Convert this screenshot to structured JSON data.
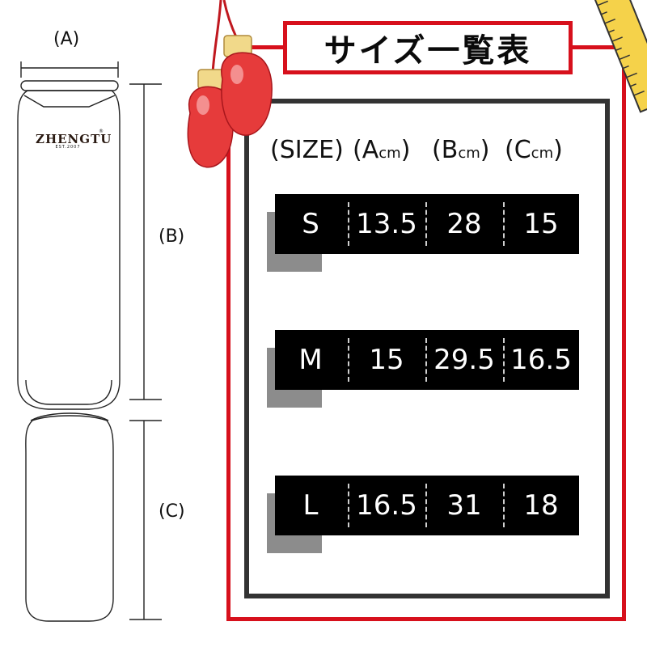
{
  "dimension_labels": {
    "a": "(A)",
    "b": "(B)",
    "c": "(C)"
  },
  "brand": {
    "name": "ZHENGTU",
    "registered": "®",
    "established": "EST.2007"
  },
  "title": "サイズ一覧表",
  "table": {
    "headers": {
      "size": "(SIZE)",
      "a_letter": "A",
      "a_unit": "cm",
      "b_letter": "B",
      "b_unit": "cm",
      "c_letter": "C",
      "c_unit": "cm"
    },
    "rows": [
      {
        "size": "S",
        "a": "13.5",
        "b": "28",
        "c": "15"
      },
      {
        "size": "M",
        "a": "15",
        "b": "29.5",
        "c": "16.5"
      },
      {
        "size": "L",
        "a": "16.5",
        "b": "31",
        "c": "18"
      }
    ]
  },
  "icons": {
    "boxing_gloves": "boxing-gloves-icon",
    "ruler": "ruler-icon"
  },
  "colors": {
    "frame_red": "#d7101c",
    "frame_dark": "#333333",
    "row_black": "#000000",
    "shadow_gray": "#8c8c8c",
    "glove_red": "#e63b3b",
    "ruler_yellow": "#f5d24a"
  }
}
